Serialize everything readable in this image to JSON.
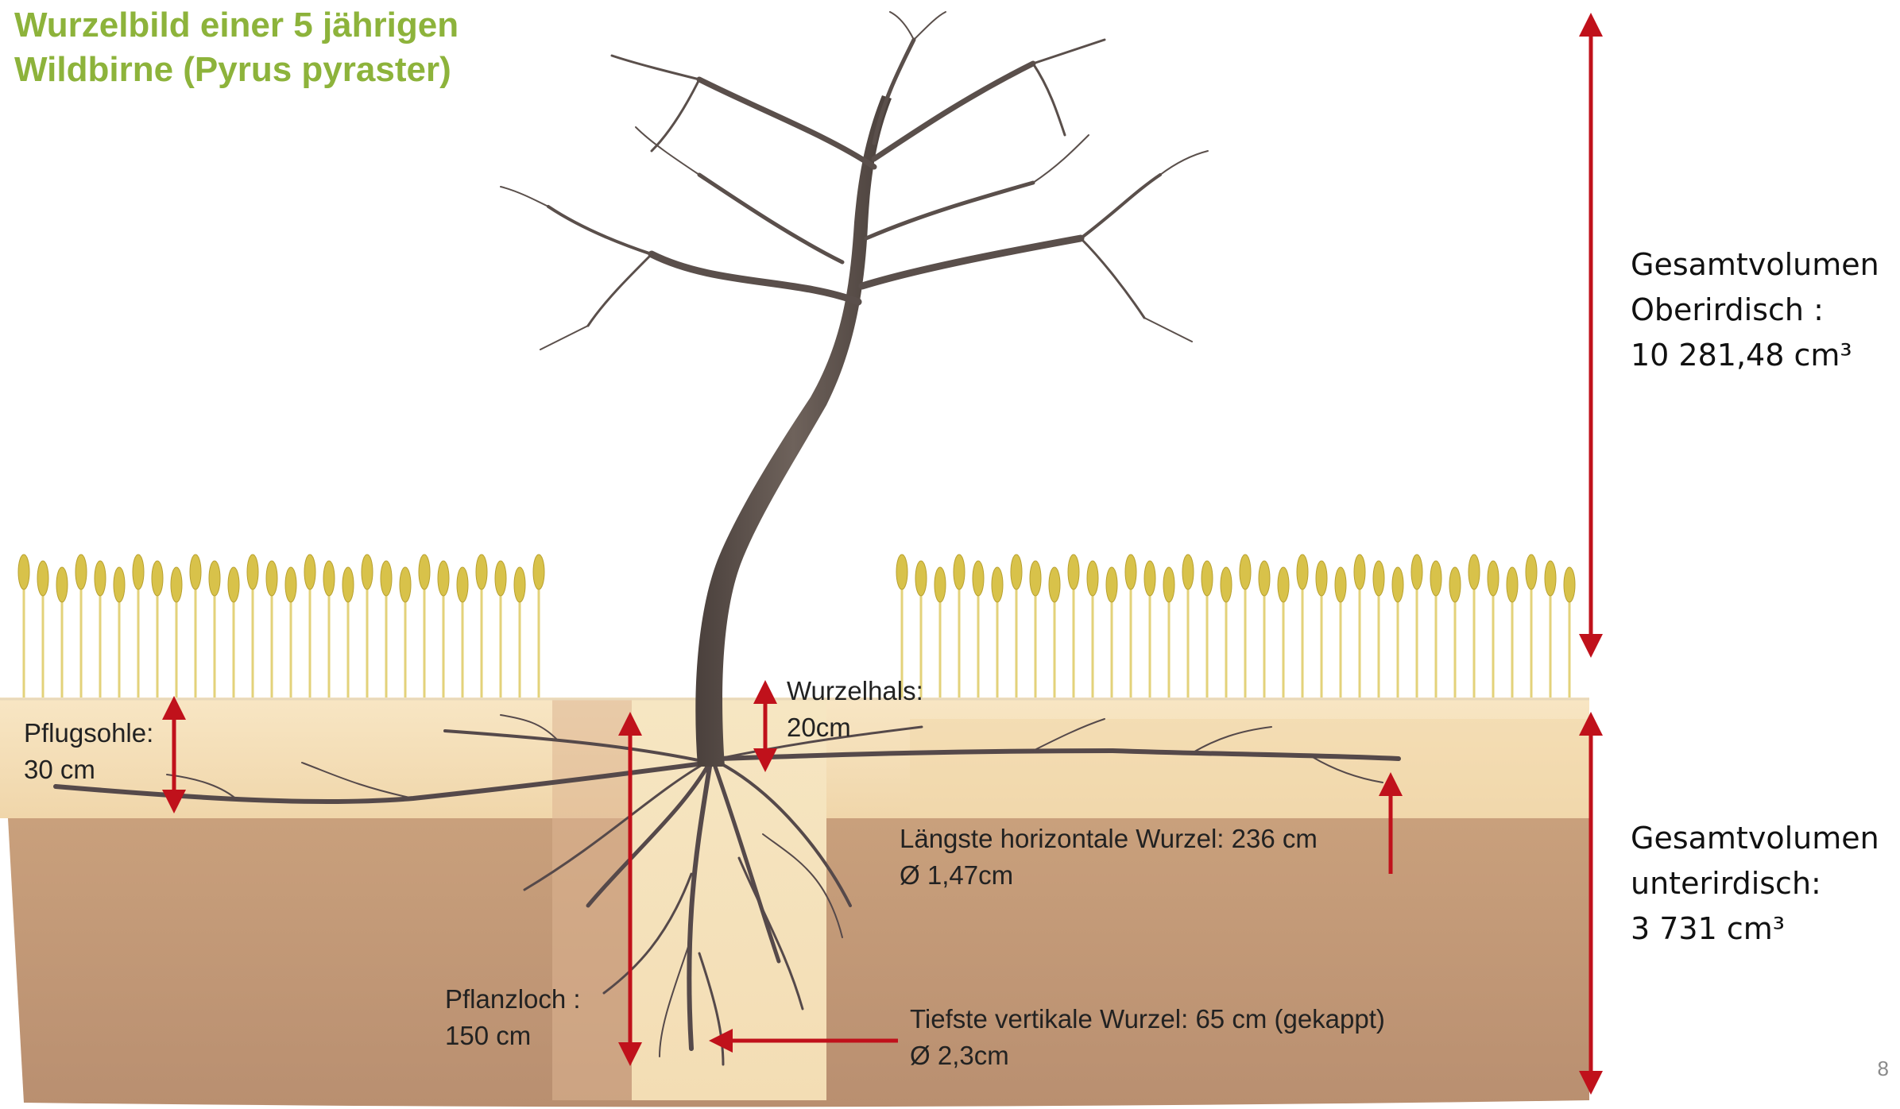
{
  "title": {
    "line1": "Wurzelbild einer 5 jährigen",
    "line2": "Wildbirne (Pyrus pyraster)"
  },
  "labels": {
    "pflugsohle": {
      "line1": "Pflugsohle:",
      "line2": "30 cm"
    },
    "wurzelhals": {
      "line1": "Wurzelhals:",
      "line2": "20cm"
    },
    "horizontal": {
      "line1": "Längste horizontale Wurzel: 236 cm",
      "line2": "Ø 1,47cm"
    },
    "pflanzloch": {
      "line1": "Pflanzloch :",
      "line2": "150 cm"
    },
    "vertikal": {
      "line1": "Tiefste vertikale Wurzel: 65 cm (gekappt)",
      "line2": "Ø 2,3cm"
    }
  },
  "volumes": {
    "above": {
      "line1": "Gesamtvolumen",
      "line2": "Oberirdisch :",
      "line3": "10 281,48 cm³"
    },
    "below": {
      "line1": "Gesamtvolumen",
      "line2": "unterirdisch:",
      "line3": "3 731 cm³"
    }
  },
  "page_number": "8",
  "colors": {
    "title": "#8db33b",
    "arrow": "#c0111b",
    "trunk": "#5f5550",
    "wheat": "#d8c24a",
    "topsoil": "#f3dcb2",
    "subsoil": "#c9a07c"
  },
  "icons": [
    "tree-illustration",
    "wheat-field",
    "soil-layers",
    "root-system",
    "measurement-arrows"
  ]
}
